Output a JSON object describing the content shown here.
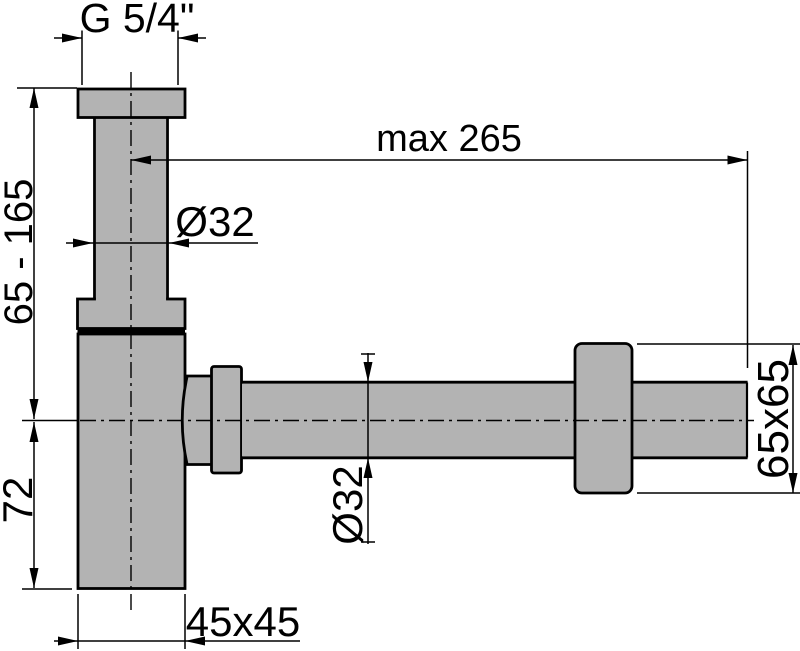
{
  "drawing_type": "siphon bottle trap dimensional drawing",
  "colors": {
    "background": "#ffffff",
    "part_fill": "#b3b3b3",
    "line": "#000000"
  },
  "labels": {
    "thread_size": "G 5/4\"",
    "max_reach": "max 265",
    "vertical_pipe_diameter": "Ø32",
    "inlet_height_range": "65 - 165",
    "cup_height": "72",
    "horizontal_pipe_diameter": "Ø32",
    "cup_cross_section": "45x45",
    "flange_cross_section": "65x65"
  }
}
